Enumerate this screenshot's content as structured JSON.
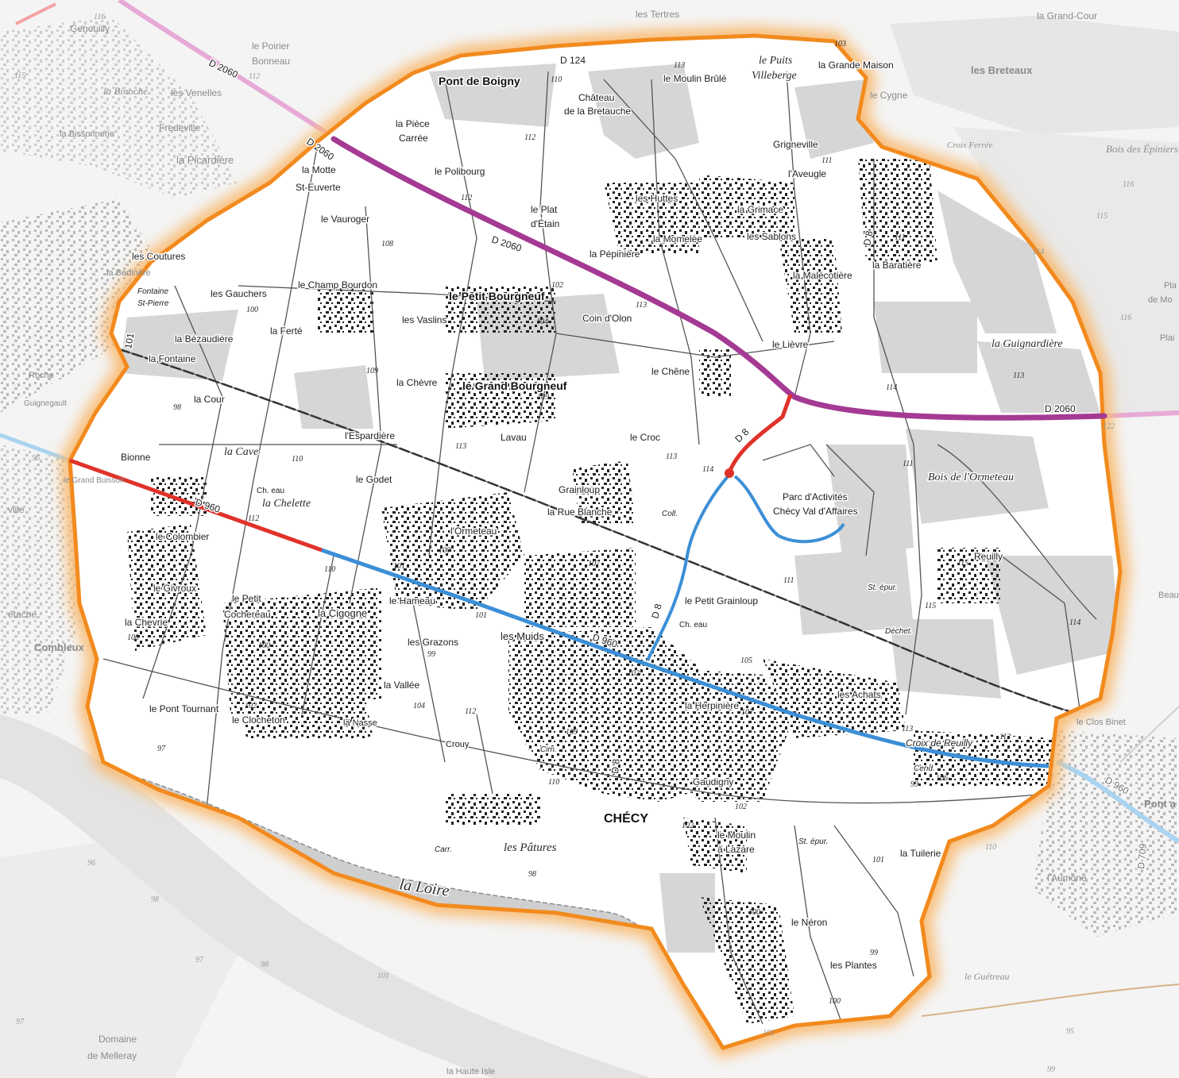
{
  "colors": {
    "commune_border": "#f28a1e",
    "commune_glow": "#f9b86a",
    "road_d2060": "#a43a93",
    "road_d2060_outside": "#e7a9d6",
    "road_red": "#e0322a",
    "road_blue": "#3c8fd6",
    "road_blue_outside": "#a9d3f0",
    "water": "#cfcfcf",
    "field_grey": "#d6d6d6",
    "outside_tint": "#efefef"
  },
  "roads": {
    "d2060_a": "D 2060",
    "d2060_b": "D 2060",
    "d2060_c": "D 2060",
    "d2060_d": "D 2060",
    "d124": "D 124",
    "d960_a": "D 960",
    "d960_b": "D 960",
    "d8_a": "D 8",
    "d8_b": "D 8",
    "d8_c": "D 8",
    "d8_d": "D 8",
    "d960_out": "D 960",
    "d101": "101",
    "d709": "D 709"
  },
  "places_bold": {
    "pont_de_boigny": "Pont de Boigny",
    "petit_bourgneuf": "le Petit Bourgneuf",
    "grand_bourgneuf": "le Grand Bourgneuf",
    "checy": "CHÉCY",
    "les_breteaux": "les Breteaux",
    "combleux": "Combleux",
    "pont_a": "Pont a"
  },
  "places": {
    "chateau_1": "Château",
    "chateau_2": "de la Bretauche",
    "moulin_brule": "le Moulin Brûlé",
    "puits_villeberge_1": "le Puits",
    "puits_villeberge_2": "Villeberge",
    "grande_maison": "la Grande Maison",
    "le_cygne": "le Cygne",
    "piece_carree_1": "la Pièce",
    "piece_carree_2": "Carrée",
    "polibourg": "le Polibourg",
    "plat_etain_1": "le Plat",
    "plat_etain_2": "d'Étain",
    "grigneville": "Grigneville",
    "laveugle": "l'Aveugle",
    "les_huttes": "les Huttes",
    "la_grimace": "la Grimace",
    "les_sablons": "les Sablons",
    "la_momelee": "la Momelée",
    "la_pepiniere": "la Pépinière",
    "la_malecotiere": "la Malécotière",
    "la_baratiere": "la Baratière",
    "motte_1": "la Motte",
    "motte_2": "St-Euverte",
    "le_vauroger": "le Vauroger",
    "les_coutures": "les Coutures",
    "fontaine_1": "Fontaine",
    "fontaine_2": "St-Pierre",
    "les_gauchers": "les Gauchers",
    "champ_bourdon": "le Champ Bourdon",
    "les_vaslins": "les Vaslins",
    "coin_dolon": "Coin d'Olon",
    "la_ferte": "la Ferté",
    "la_bezaudiere": "la Bézaudière",
    "la_fontaine": "la Fontaine",
    "le_lievre": "le Lièvre",
    "la_chevre": "la Chèvre",
    "le_chene": "le Chêne",
    "la_cour": "la Cour",
    "lespardiere": "l'Espardière",
    "lavau": "Lavau",
    "le_croc": "le Croc",
    "bionne": "Bionne",
    "la_cave": "la Cave",
    "le_godet": "le Godet",
    "grainloup": "Grainloup",
    "rue_blanche": "la Rue Blanche",
    "parc_1": "Parc d'Activités",
    "parc_2": "Chécy Val d'Affaires",
    "bois_ormeteau": "Bois de l'Ormeteau",
    "ch_eau": "Ch. eau",
    "la_chelette": "la Chelette",
    "le_colombier": "le Colombier",
    "lormeteau": "l'Ormeteau",
    "reuilly": "Reuilly",
    "le_givroux": "le Givroux",
    "petit_cochereau_1": "le Petit",
    "petit_cochereau_2": "Cochereau",
    "la_cigogne": "la Cigogne",
    "le_hameau": "le Hameau",
    "petit_grainloup": "le Petit Grainloup",
    "st_epur": "St. épur.",
    "la_chevrie": "la Chevrie",
    "les_grazons": "les Grazons",
    "les_muids": "les Muids",
    "ch_eau_2": "Ch. eau",
    "dechet": "Déchet.",
    "la_vallee": "la Vallée",
    "la_herpiniere": "la Herpinière",
    "les_achats": "les Achats",
    "pont_tournant": "le Pont Tournant",
    "le_clocheton": "le Clocheton",
    "la_nasse": "la Nasse",
    "crouy": "Crouy",
    "croix_reuilly": "Croix de Reuilly",
    "gaudigny": "Gaudigny",
    "moulin_lazare_1": "le Moulin",
    "moulin_lazare_2": "à Lazare",
    "st_epur_2": "St. épur.",
    "la_tuilerie": "la Tuilerie",
    "carr": "Carr.",
    "les_patures": "les Pâtures",
    "la_loire": "la Loire",
    "le_neron": "le Néron",
    "les_plantes": "les Plantes",
    "guignardiere": "la Guignardière",
    "cim": "Cim.",
    "coll": "Coll.",
    "cend": "Cend."
  },
  "places_outside": {
    "genouilly": "Genouilly",
    "poirier_1": "le Poirier",
    "poirier_2": "Bonneau",
    "la_binoche": "la Binoche",
    "les_venelles": "les Venelles",
    "bissonnerie": "la Bissonnerie",
    "fredeville": "Fredeville",
    "la_picardiere": "la Picardière",
    "les_tertres": "les Tertres",
    "grand_cour": "la Grand-Cour",
    "croix_ferree": "Croix Ferrée",
    "bois_epiniers": "Bois des Épiniers",
    "bedinere": "la Bedinère",
    "roche": "Roche",
    "guignegault": "Guignegault",
    "grand_buisson": "le Grand Buisson",
    "ville": "ville",
    "etache": "étache",
    "pla_1": "Pla",
    "pla_2": "de Mo",
    "plai": "Plai",
    "beau": "Beau",
    "clos_binet": "le Clos Binet",
    "laumone": "l'Aumône",
    "le_guetreau": "le Guétreau",
    "domaine_1": "Domaine",
    "domaine_2": "de Melleray",
    "haute_isle": "la Haute Isle"
  },
  "spot_heights": {
    "h116": "116",
    "h115": "115",
    "h112": "112",
    "h110": "110",
    "h113": "113",
    "h111": "111",
    "h108": "108",
    "h102": "102",
    "h104": "104",
    "h109": "109",
    "h98": "98",
    "h96": "96",
    "h100": "100",
    "h101": "101",
    "h105": "105",
    "h99": "99",
    "h107": "107",
    "h114": "114",
    "h106": "106",
    "h97": "97",
    "h122": "122",
    "h95": "95",
    "h103": "103"
  }
}
